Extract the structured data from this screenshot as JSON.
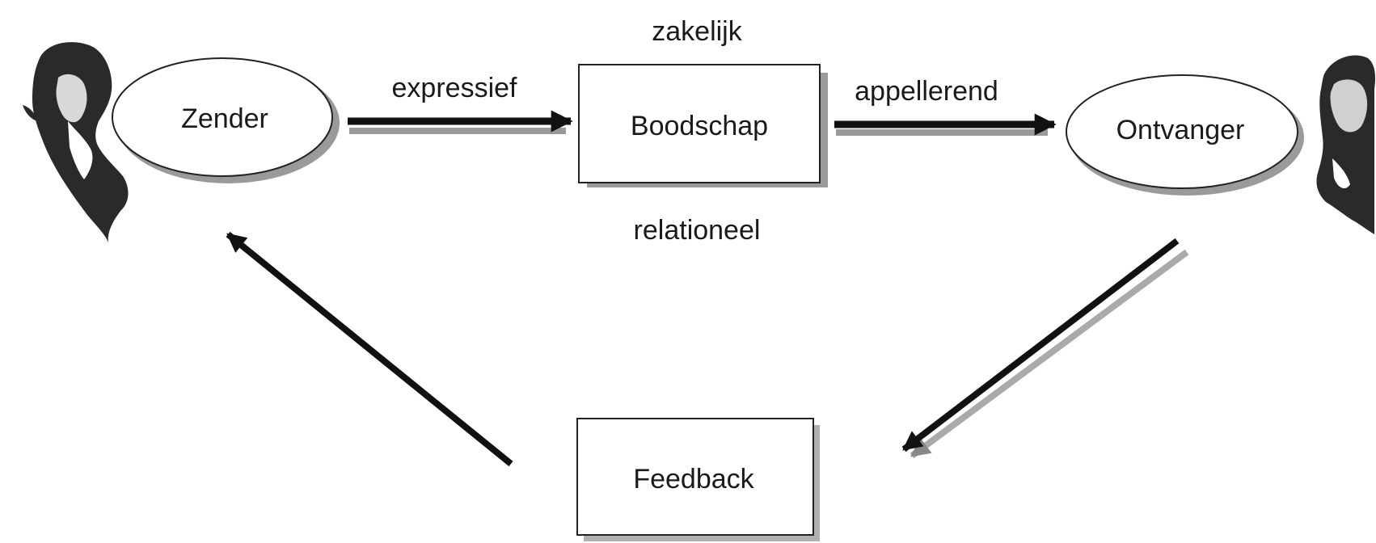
{
  "diagram": {
    "nodes": {
      "sender": {
        "label": "Zender"
      },
      "message": {
        "label": "Boodschap"
      },
      "receiver": {
        "label": "Ontvanger"
      },
      "feedback": {
        "label": "Feedback"
      }
    },
    "edges": {
      "sender_to_message": {
        "label": "expressief"
      },
      "message_to_receiver": {
        "label": "appellerend"
      }
    },
    "annotations": {
      "above_message": "zakelijk",
      "below_message": "relationeel"
    }
  }
}
